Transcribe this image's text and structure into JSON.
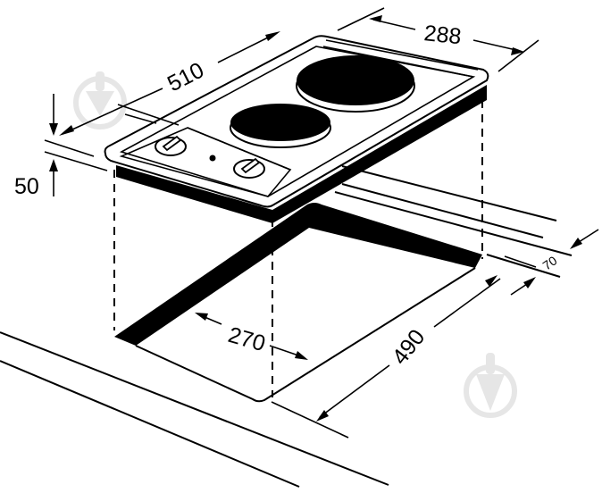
{
  "diagram": {
    "subject": "Built-in two-zone electric hob installation drawing",
    "units": "mm",
    "colors": {
      "ink": "#000000",
      "background": "#ffffff",
      "watermark": "#e6e6e6"
    },
    "dimensions": {
      "hob_width": "510",
      "hob_depth": "288",
      "hob_height": "50",
      "cutout_depth": "270",
      "cutout_width": "490",
      "rear_clearance": "70"
    },
    "components": {
      "hotplates": [
        "large-hotplate",
        "small-hotplate"
      ],
      "knobs": [
        "control-knob-1",
        "control-knob-2"
      ],
      "indicator": "power-indicator-light"
    },
    "watermarks": [
      "watermark-top-left",
      "watermark-bottom-right"
    ]
  }
}
